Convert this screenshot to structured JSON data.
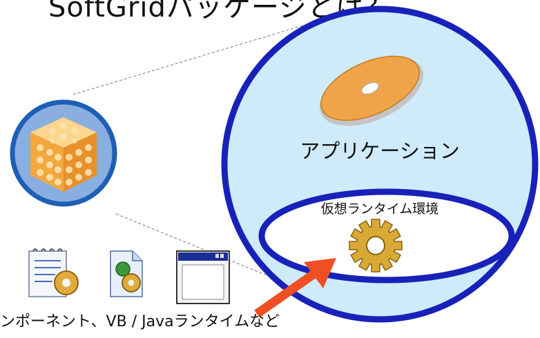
{
  "title": "SoftGridパッケージとは？",
  "application_label": "アプリケーション",
  "runtime_label": "仮想ランタイム環境",
  "components_caption": "ンポーネント、VB / Javaランタイムなど",
  "icons": {
    "package": "honeycomb-cube-icon",
    "disc": "cd-disc-icon",
    "gear": "gear-icon",
    "component_doc": "document-gear-icon",
    "component_file": "file-gear-icon",
    "component_window": "window-icon",
    "arrow": "red-arrow-icon"
  },
  "colors": {
    "bubble_fill": "#cfeaf9",
    "bubble_border": "#1822b8",
    "package_fill": "#8aaee0",
    "package_border": "#1d5fb5",
    "disc": "#f0a44a",
    "gear": "#d8a935",
    "arrow": "#f04e23"
  }
}
